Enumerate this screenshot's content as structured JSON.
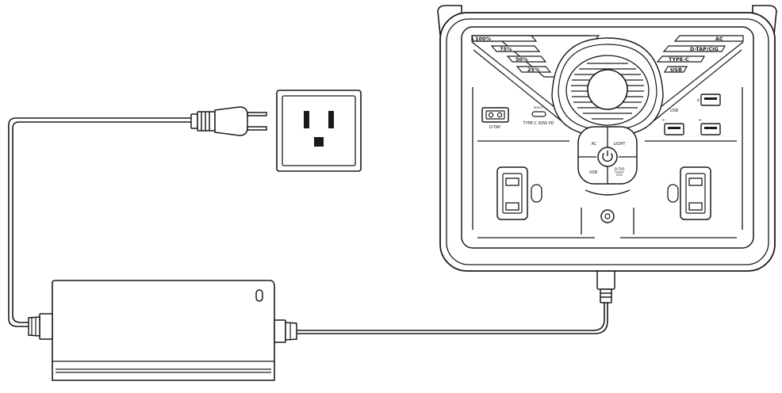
{
  "colors": {
    "ink": "#1a1a1a",
    "fill": "#ffffff",
    "shade": "#e9e9e9"
  },
  "battery_levels": [
    "100%",
    "75%",
    "50%",
    "25%"
  ],
  "output_indicators": [
    "AC",
    "D-TAP/CIG",
    "TYPE-C",
    "USB"
  ],
  "ports": {
    "dtap": "D-TAP",
    "typec_small": "IN/OUT",
    "typec": "TYPE-C 60W PD",
    "usb": "USB"
  },
  "buttons": {
    "ac": "AC",
    "light": "LIGHT",
    "usb": "USB",
    "dtap_top": "D-TAP",
    "dtap_bottom": "CIG"
  }
}
